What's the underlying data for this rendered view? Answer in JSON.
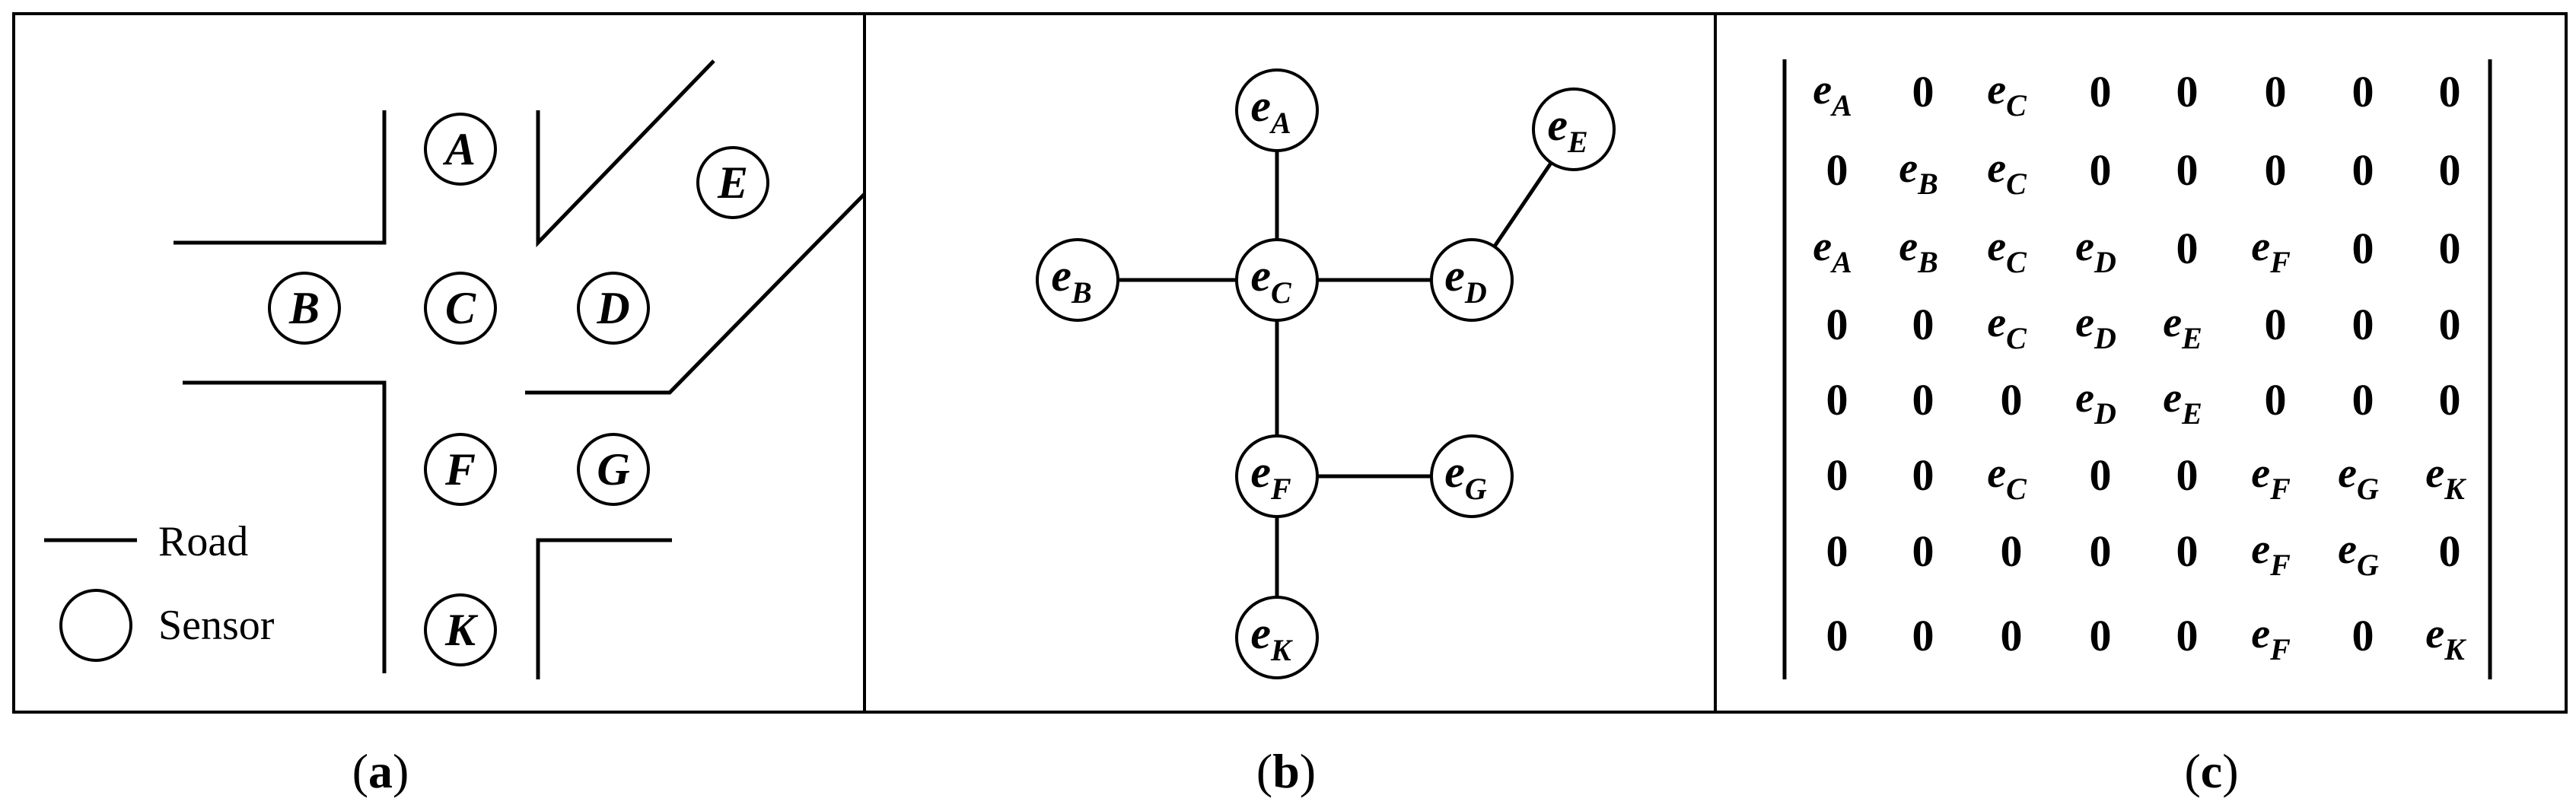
{
  "panel_a": {
    "sensors": [
      {
        "id": "A",
        "label": "A"
      },
      {
        "id": "B",
        "label": "B"
      },
      {
        "id": "C",
        "label": "C"
      },
      {
        "id": "D",
        "label": "D"
      },
      {
        "id": "E",
        "label": "E"
      },
      {
        "id": "F",
        "label": "F"
      },
      {
        "id": "G",
        "label": "G"
      },
      {
        "id": "K",
        "label": "K"
      }
    ],
    "legend": {
      "road": "Road",
      "sensor": "Sensor"
    },
    "caption": {
      "open": "(",
      "letter": "a",
      "close": ")"
    }
  },
  "panel_b": {
    "nodes": [
      {
        "id": "A",
        "base": "e",
        "sub": "A"
      },
      {
        "id": "B",
        "base": "e",
        "sub": "B"
      },
      {
        "id": "C",
        "base": "e",
        "sub": "C"
      },
      {
        "id": "D",
        "base": "e",
        "sub": "D"
      },
      {
        "id": "E",
        "base": "e",
        "sub": "E"
      },
      {
        "id": "F",
        "base": "e",
        "sub": "F"
      },
      {
        "id": "G",
        "base": "e",
        "sub": "G"
      },
      {
        "id": "K",
        "base": "e",
        "sub": "K"
      }
    ],
    "edges": [
      [
        "A",
        "C"
      ],
      [
        "B",
        "C"
      ],
      [
        "C",
        "D"
      ],
      [
        "D",
        "E"
      ],
      [
        "C",
        "F"
      ],
      [
        "F",
        "G"
      ],
      [
        "F",
        "K"
      ]
    ],
    "caption": {
      "open": "(",
      "letter": "b",
      "close": ")"
    }
  },
  "panel_c": {
    "matrix": [
      [
        "eA",
        "0",
        "eC",
        "0",
        "0",
        "0",
        "0",
        "0"
      ],
      [
        "0",
        "eB",
        "eC",
        "0",
        "0",
        "0",
        "0",
        "0"
      ],
      [
        "eA",
        "eB",
        "eC",
        "eD",
        "0",
        "eF",
        "0",
        "0"
      ],
      [
        "0",
        "0",
        "eC",
        "eD",
        "eE",
        "0",
        "0",
        "0"
      ],
      [
        "0",
        "0",
        "0",
        "eD",
        "eE",
        "0",
        "0",
        "0"
      ],
      [
        "0",
        "0",
        "eC",
        "0",
        "0",
        "eF",
        "eG",
        "eK"
      ],
      [
        "0",
        "0",
        "0",
        "0",
        "0",
        "eF",
        "eG",
        "0"
      ],
      [
        "0",
        "0",
        "0",
        "0",
        "0",
        "eF",
        "0",
        "eK"
      ]
    ],
    "caption": {
      "open": "(",
      "letter": "c",
      "close": ")"
    }
  }
}
